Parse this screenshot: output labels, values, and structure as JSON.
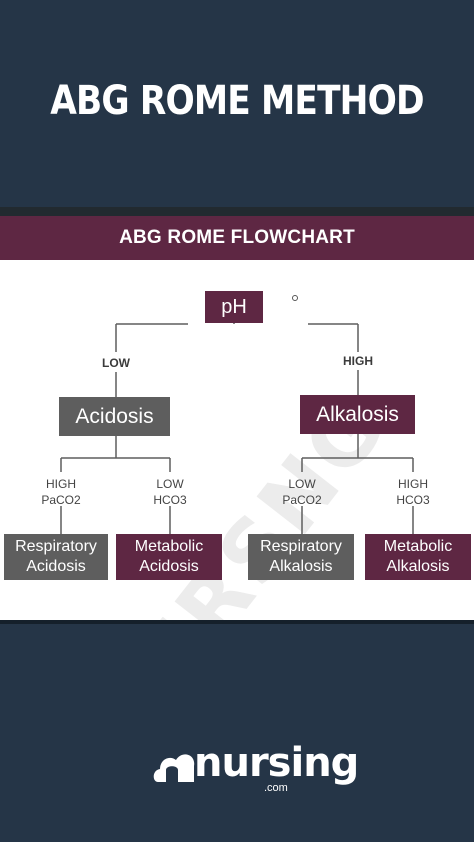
{
  "header": {
    "title": "ABG ROME METHOD"
  },
  "banner": {
    "title": "ABG ROME FLOWCHART"
  },
  "flowchart": {
    "root": "pH",
    "branch_low": "LOW",
    "branch_high": "HIGH",
    "acidosis": "Acidosis",
    "alkalosis": "Alkalosis",
    "acid_left_label_1": "HIGH",
    "acid_left_label_2": "PaCO2",
    "acid_right_label_1": "LOW",
    "acid_right_label_2": "HCO3",
    "alk_left_label_1": "LOW",
    "alk_left_label_2": "PaCO2",
    "alk_right_label_1": "HIGH",
    "alk_right_label_2": "HCO3",
    "resp_acid_1": "Respiratory",
    "resp_acid_2": "Acidosis",
    "meta_acid_1": "Metabolic",
    "meta_acid_2": "Acidosis",
    "resp_alk_1": "Respiratory",
    "resp_alk_2": "Alkalosis",
    "meta_alk_1": "Metabolic",
    "meta_alk_2": "Alkalosis",
    "watermark": "IRSNG"
  },
  "logo": {
    "name": "nursing",
    "sub": ".com"
  },
  "colors": {
    "background": "#253547",
    "maroon": "#5e2743",
    "gray": "#5e5e5e"
  }
}
